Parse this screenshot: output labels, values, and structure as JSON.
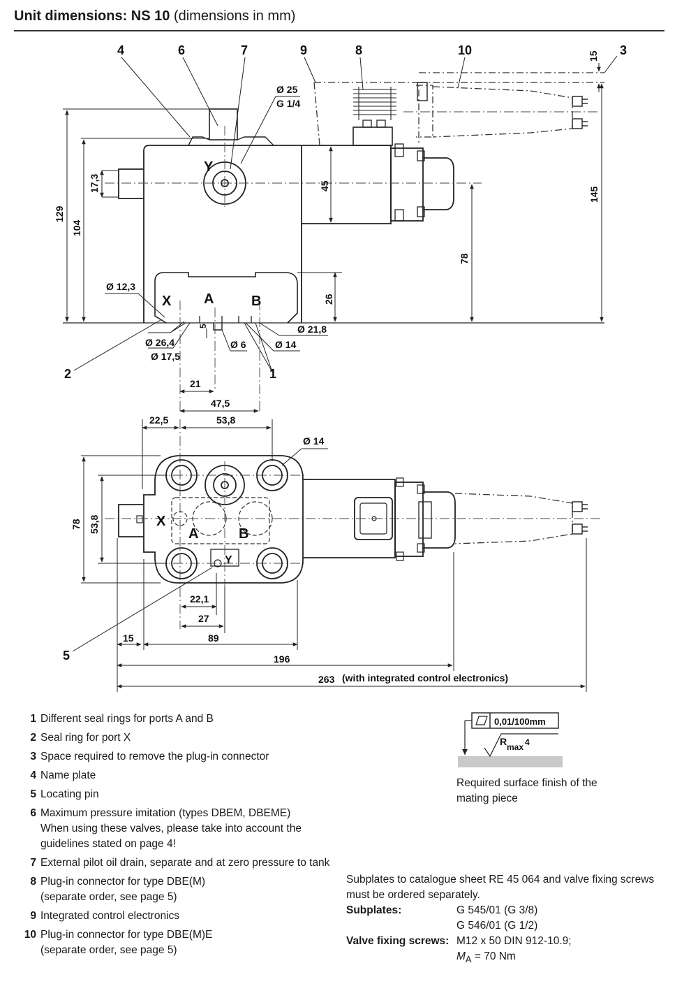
{
  "title": {
    "bold": "Unit dimensions: NS 10",
    "normal": " (dimensions in mm)"
  },
  "side_labels": {
    "n4": "4",
    "n6": "6",
    "n7": "7",
    "n9": "9",
    "n8": "8",
    "n10": "10",
    "n3": "3",
    "n2": "2",
    "n1": "1",
    "n5": "5"
  },
  "ports": {
    "x": "X",
    "y": "Y",
    "a": "A",
    "b": "B"
  },
  "dims": {
    "d25": "Ø 25",
    "g14": "G 1/4",
    "d15top": "15",
    "d145": "145",
    "d129": "129",
    "d104": "104",
    "d173": "17,3",
    "d45": "45",
    "d78v": "78",
    "d26": "26",
    "d123": "Ø 12,3",
    "d218": "Ø 21,8",
    "d264": "Ø 26,4",
    "d175": "Ø 17,5",
    "d6": "Ø 6",
    "d14a": "Ø 14",
    "d5": "5",
    "d21": "21",
    "d475": "47,5",
    "d225": "22,5",
    "d538h": "53,8",
    "d14b": "Ø 14",
    "d78b": "78",
    "d538v": "53,8",
    "d221": "22,1",
    "d27": "27",
    "d15b": "15",
    "d89": "89",
    "d196": "196",
    "d263": "263",
    "d263note": "(with integrated control electronics)"
  },
  "surface": {
    "flatness": "0,01/100mm",
    "rmax_r": "R",
    "rmax_sub": "max",
    "rmax_val": "4",
    "caption": "Required surface finish of the\nmating piece"
  },
  "legend": [
    {
      "num": "1",
      "text": "Different seal rings for ports A and B"
    },
    {
      "num": "2",
      "text": "Seal ring for port X"
    },
    {
      "num": "3",
      "text": "Space required to remove the plug-in connector"
    },
    {
      "num": "4",
      "text": "Name plate"
    },
    {
      "num": "5",
      "text": "Locating pin"
    },
    {
      "num": "6",
      "text": "Maximum pressure imitation (types DBEM, DBEME)\nWhen using these valves, please take into account the\nguidelines stated on page 4!"
    },
    {
      "num": "7",
      "text": "External pilot oil drain, separate and at zero pressure to tank"
    },
    {
      "num": "8",
      "text": "Plug-in connector for type DBE(M)\n(separate order, see page 5)"
    },
    {
      "num": "9",
      "text": "Integrated control electronics"
    },
    {
      "num": "10",
      "text": "Plug-in connector for type DBE(M)E\n(separate order, see page 5)"
    }
  ],
  "subplates": {
    "note": "Subplates to catalogue sheet RE 45 064 and valve fixing screws\nmust be ordered separately.",
    "subplates_label": "Subplates:",
    "subplates_value": "G 545/01 (G 3/8)\nG 546/01 (G 1/2)",
    "screws_label": "Valve fixing screws:",
    "screws_value": "M12 x 50 DIN 912-10.9;",
    "torque_m": "M",
    "torque_sub": "A",
    "torque_val": " = 70 Nm"
  }
}
